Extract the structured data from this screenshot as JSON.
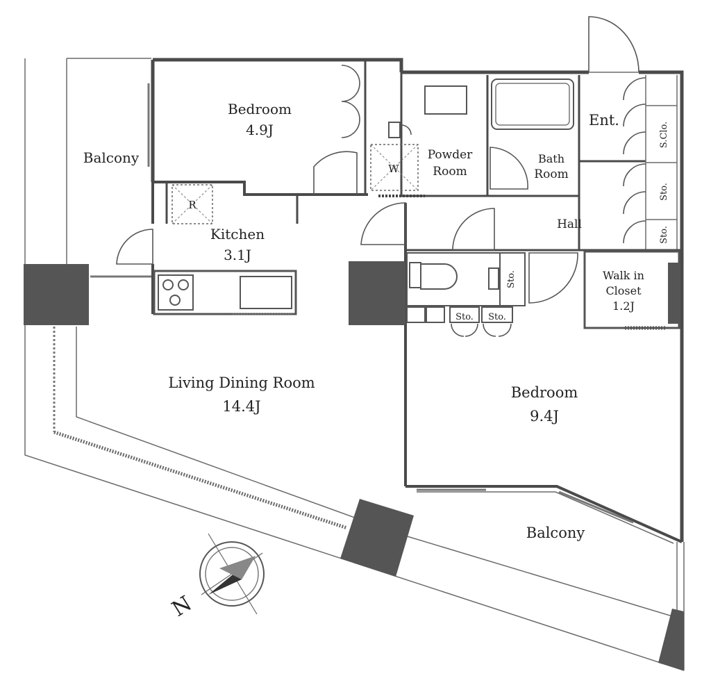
{
  "floor_plan": {
    "rooms": [
      {
        "key": "bedroom_nw",
        "name": "Bedroom",
        "size": "4.9J"
      },
      {
        "key": "balcony_w",
        "name": "Balcony"
      },
      {
        "key": "kitchen",
        "name": "Kitchen",
        "size": "3.1J"
      },
      {
        "key": "powder",
        "name_line1": "Powder",
        "name_line2": "Room"
      },
      {
        "key": "bath",
        "name_line1": "Bath",
        "name_line2": "Room"
      },
      {
        "key": "entrance",
        "name": "Ent."
      },
      {
        "key": "hall",
        "name": "Hall"
      },
      {
        "key": "wic",
        "name_line1": "Walk in",
        "name_line2": "Closet",
        "size": "1.2J"
      },
      {
        "key": "ldr",
        "name": "Living Dining Room",
        "size": "14.4J"
      },
      {
        "key": "bedroom_se",
        "name": "Bedroom",
        "size": "9.4J"
      },
      {
        "key": "balcony_s",
        "name": "Balcony"
      }
    ],
    "markers": {
      "washer": "W",
      "fridge": "R"
    },
    "storage": {
      "shoe_closet": "S.Clo.",
      "sto": "Sto."
    },
    "compass": {
      "north": "N"
    }
  }
}
